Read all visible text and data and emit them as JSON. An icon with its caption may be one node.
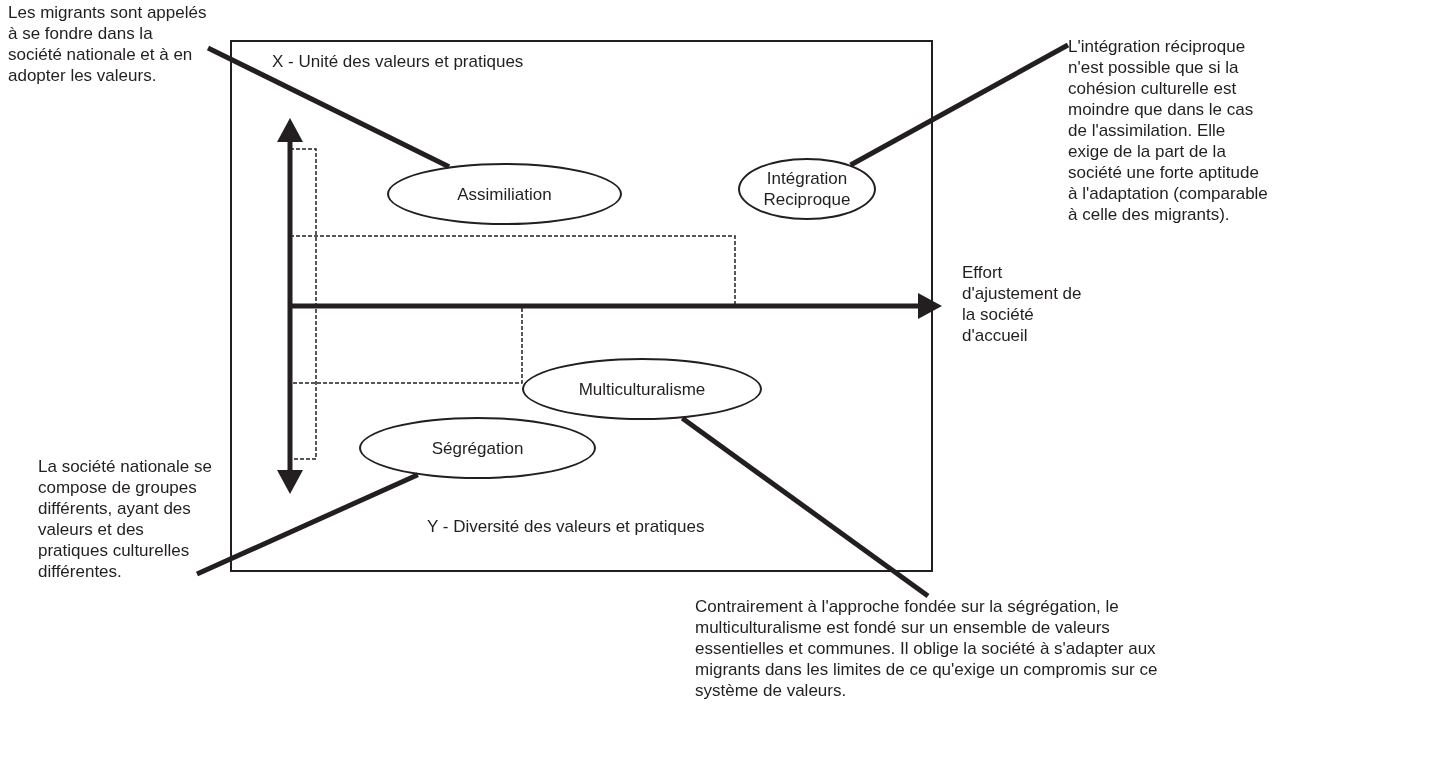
{
  "diagram": {
    "nodes": [
      {
        "text": [
          "X - Unité des valeurs et pratiques",
          "Y - Diversité des valeurs et pratiques"
        ]
      },
      {
        "text": [
          "Les migrants sont appelés à se fondre dans la société nationale et à en adopter les valeurs."
        ]
      },
      {
        "text": [
          "Assimiliation"
        ],
        "in": 0
      },
      {
        "text": [
          "Intégration Reciproque"
        ],
        "in": 0
      },
      {
        "text": [
          "L'intégration réciproque n'est possible que si la cohésion culturelle est moindre que dans le cas de l'assimilation. Elle exige de la part de la société une forte aptitude à l'adaptation (comparable à celle des migrants)."
        ]
      },
      {
        "text": [
          "Multiculturalisme"
        ],
        "in": 0
      },
      {
        "text": [
          "Ségrégation"
        ],
        "in": 0
      },
      {
        "text": [
          "La société nationale se compose de groupes différents, ayant des valeurs et des pratiques culturelles différentes."
        ]
      },
      {
        "text": [
          "Contrairement à l'approche fondée sur la ségrégation, le multiculturalisme est fondé sur un ensemble de valeurs essentielles et communes.  Il oblige la société à s'adapter aux migrants dans les limites de ce qu'exige un compromis sur ce système de valeurs."
        ]
      }
    ],
    "edges": [
      {
        "from": 1,
        "to": 2,
        "arrow": "none"
      },
      {
        "from": 4,
        "to": 3,
        "arrow": "none"
      },
      {
        "from": 8,
        "to": 5,
        "arrow": "none"
      },
      {
        "from": 7,
        "to": 6,
        "arrow": "none"
      }
    ],
    "labels": [
      "Effort d'ajustement de la société d'accueil"
    ]
  }
}
